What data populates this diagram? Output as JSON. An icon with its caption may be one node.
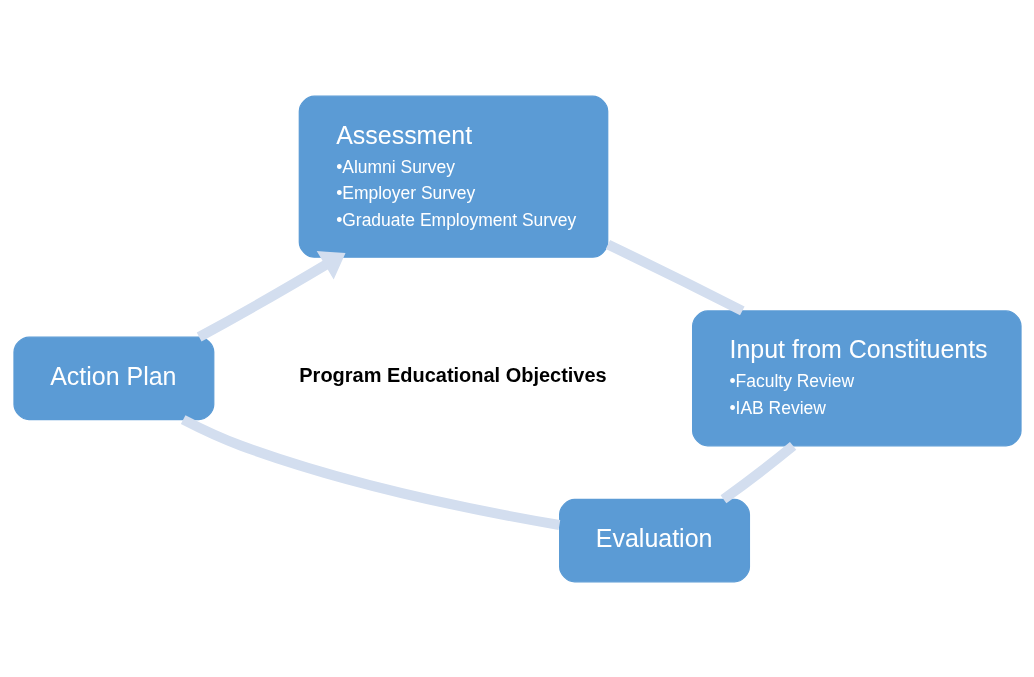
{
  "diagram": {
    "nodes": [
      {
        "text": [
          "Assessment",
          "•Alumni Survey",
          "•Employer Survey",
          "•Graduate Employment Survey"
        ]
      },
      {
        "text": [
          "Input from Constituents",
          "•Faculty Review",
          "•IAB Review"
        ]
      },
      {
        "text": [
          "Evaluation"
        ]
      },
      {
        "text": [
          "Action Plan"
        ]
      }
    ],
    "edges": [
      {
        "from": 0,
        "to": 1,
        "arrow": "none",
        "color": "#d3deef"
      },
      {
        "from": 1,
        "to": 2,
        "arrow": "none",
        "color": "#d3deef"
      },
      {
        "from": 2,
        "to": 3,
        "arrow": "none",
        "color": "#d3deef"
      },
      {
        "from": 3,
        "to": 0,
        "arrow": "to",
        "color": "#d3deef"
      }
    ],
    "labels": [
      "Program Educational Objectives"
    ]
  }
}
